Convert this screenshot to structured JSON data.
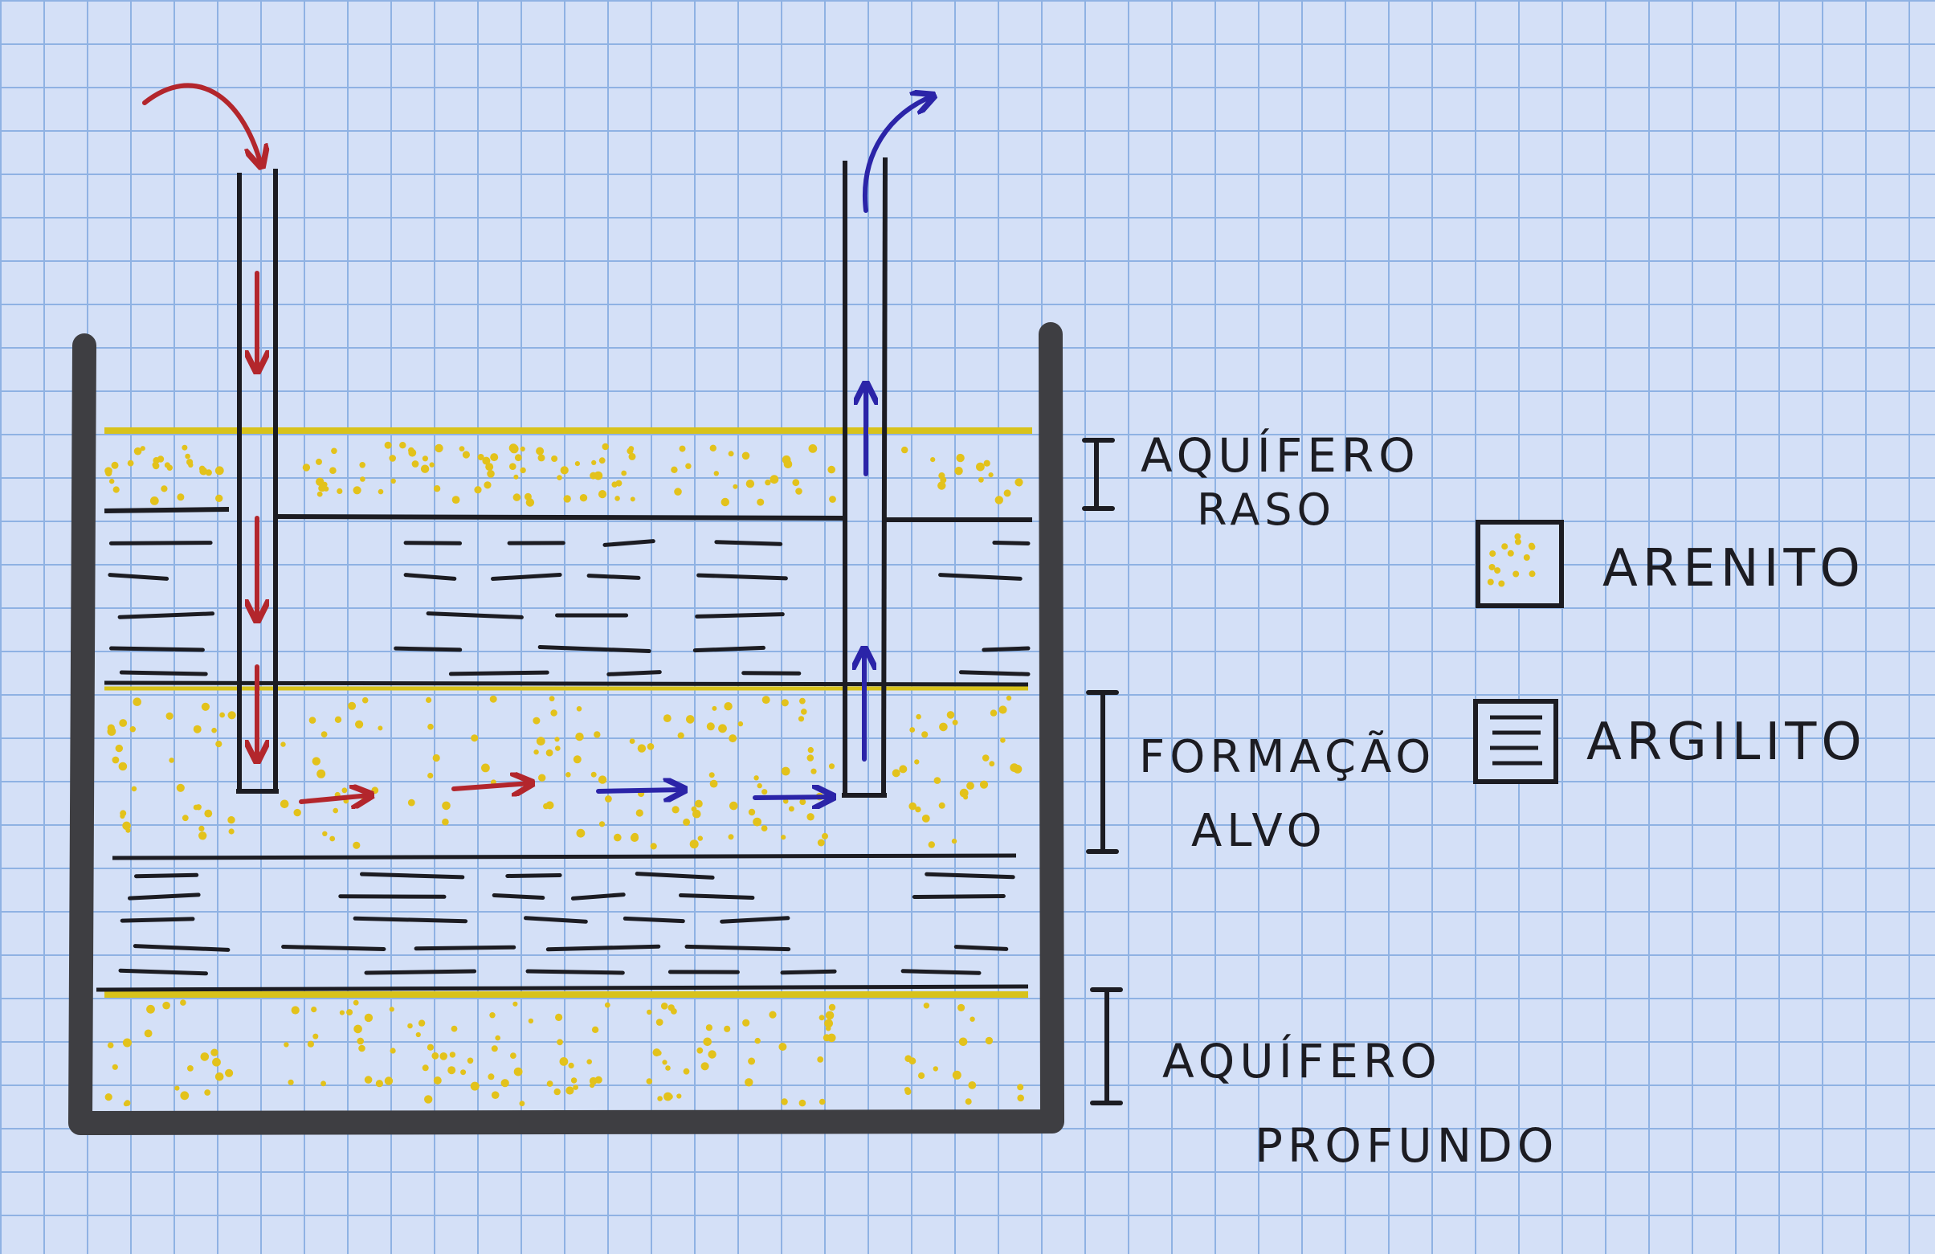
{
  "labels": {
    "shallow_aquifer": [
      "AQUÍFERO",
      "RASO"
    ],
    "target_formation": [
      "FORMAÇÃO",
      "ALVO"
    ],
    "deep_aquifer": [
      "AQUÍFERO",
      "PROFUNDO"
    ]
  },
  "legend": {
    "sandstone": "ARENITO",
    "shale": "ARGILITO"
  },
  "colors": {
    "paper": "#d4e0f7",
    "grid": "#8fb2e3",
    "ink": "#1c1c22",
    "container": "#3e3e42",
    "sand_dots": "#e3c21b",
    "injection_arrow": "#b3262c",
    "production_arrow": "#2b24a8"
  },
  "icons": {
    "injection": "arrow-red-icon",
    "production": "arrow-blue-icon"
  }
}
